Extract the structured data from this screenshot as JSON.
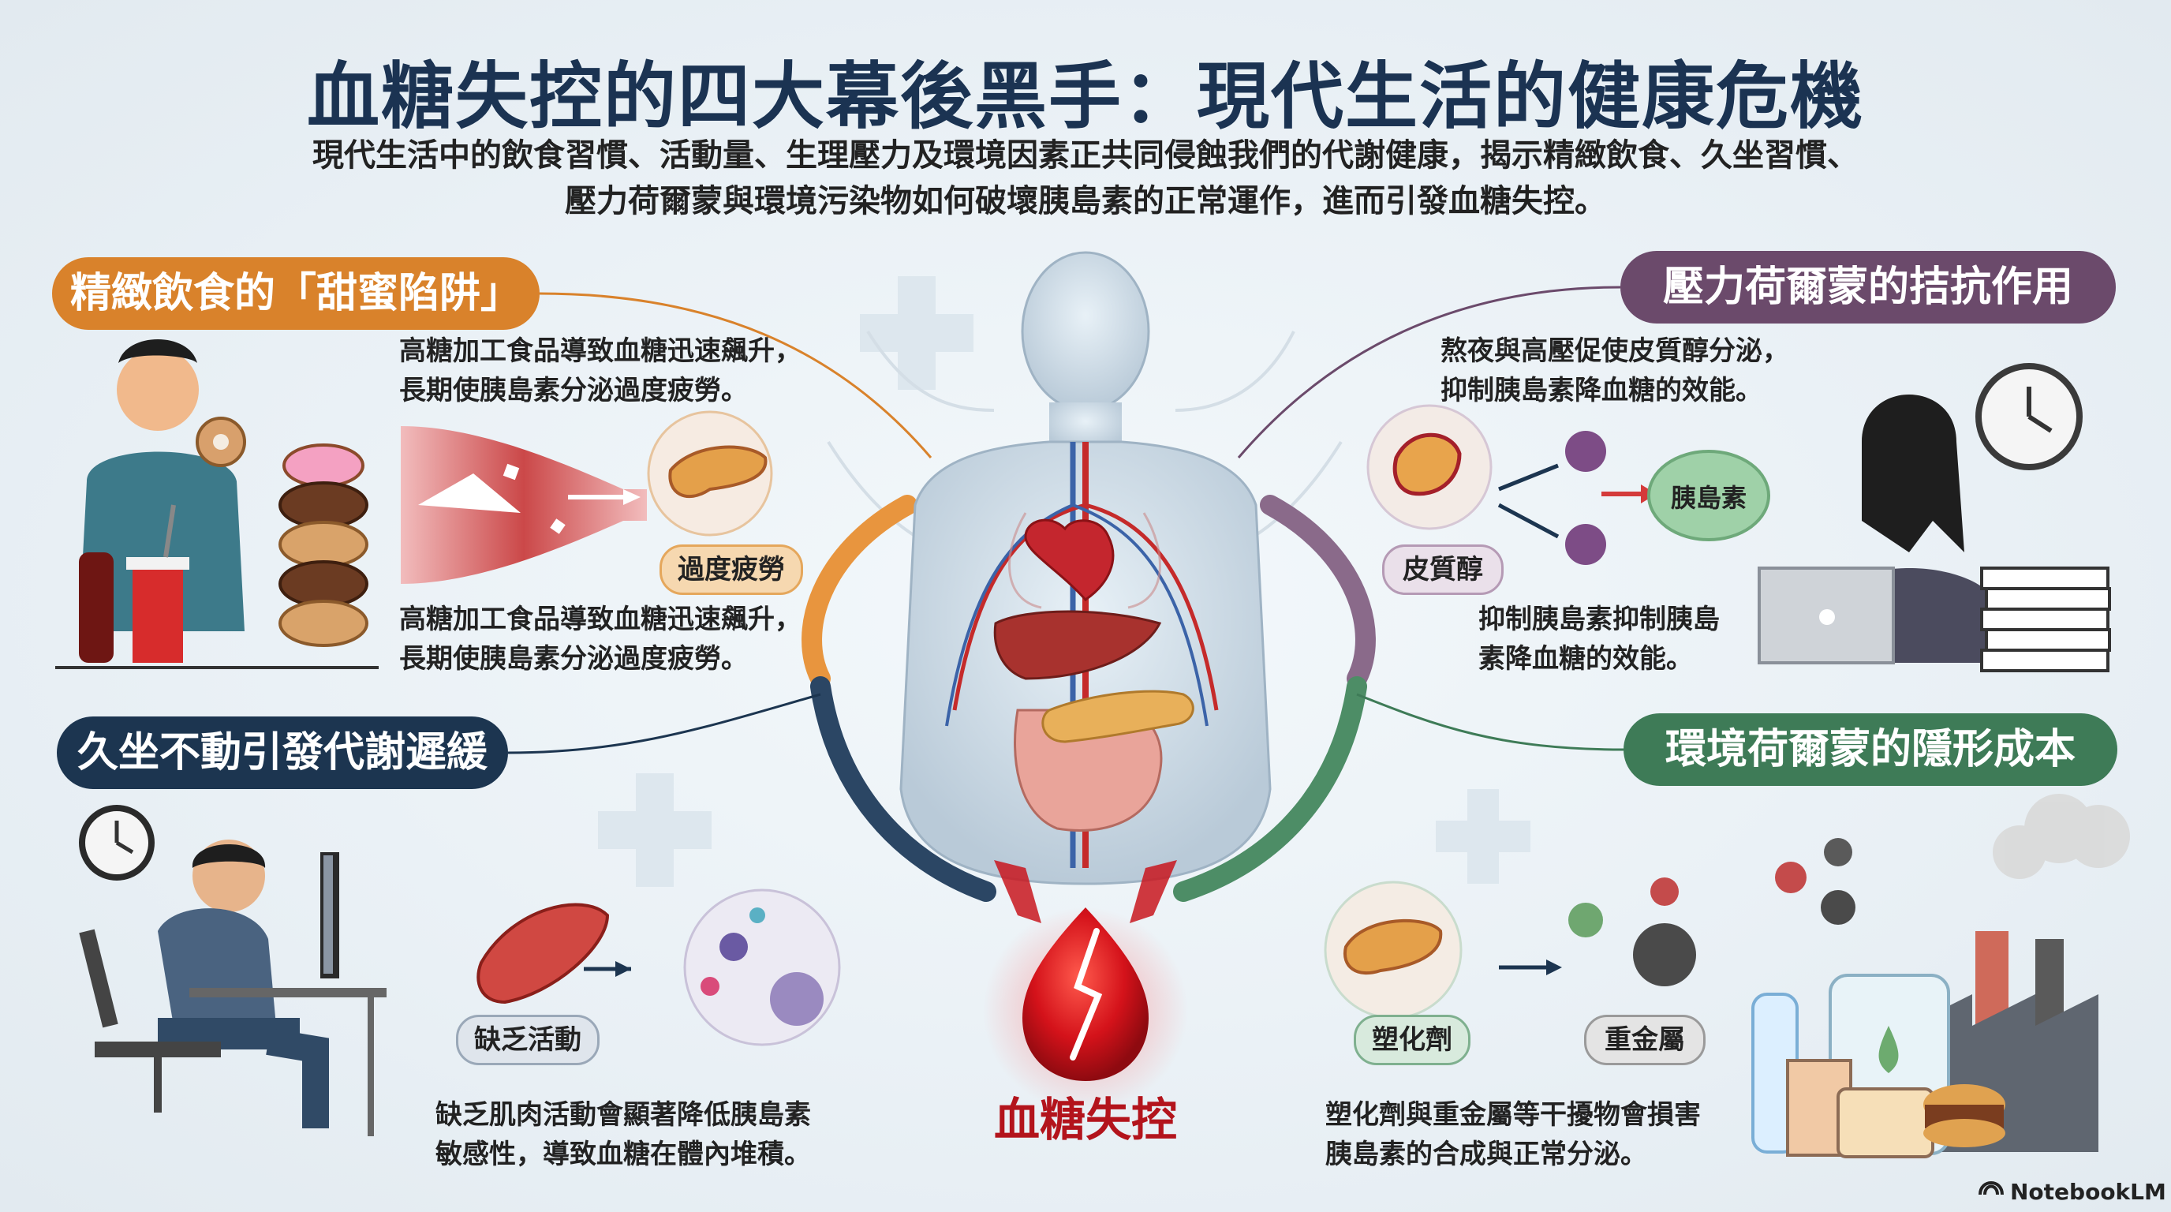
{
  "title": "血糖失控的四大幕後黑手：現代生活的健康危機",
  "subtitle_lines": [
    "現代生活中的飲食習慣、活動量、生理壓力及環境因素正共同侵蝕我們的代謝健康，揭示精緻飲食、久坐習慣、",
    "壓力荷爾蒙與環境污染物如何破壞胰島素的正常運作，進而引發血糖失控。"
  ],
  "core": {
    "label": "血糖失控"
  },
  "diet": {
    "heading": "精緻飲食的「甜蜜陷阱」",
    "desc_top": [
      "高糖加工食品導致血糖迅速飆升，",
      "長期使胰島素分泌過度疲勞。"
    ],
    "tag": "過度疲勞",
    "desc_bottom": [
      "高糖加工食品導致血糖迅速飆升，",
      "長期使胰島素分泌過度疲勞。"
    ]
  },
  "stress": {
    "heading": "壓力荷爾蒙的拮抗作用",
    "desc_top": [
      "熬夜與高壓促使皮質醇分泌，",
      "抑制胰島素降血糖的效能。"
    ],
    "tag_cortisol": "皮質醇",
    "tag_insulin": "胰島素",
    "desc_bottom": [
      "抑制胰島素抑制胰島",
      "素降血糖的效能。"
    ]
  },
  "sitting": {
    "heading": "久坐不動引發代謝遲緩",
    "tag": "缺乏活動",
    "desc": [
      "缺乏肌肉活動會顯著降低胰島素",
      "敏感性，導致血糖在體內堆積。"
    ]
  },
  "environment": {
    "heading": "環境荷爾蒙的隱形成本",
    "tag_plasticizer": "塑化劑",
    "tag_metal": "重金屬",
    "desc": [
      "塑化劑與重金屬等干擾物會損害",
      "胰島素的合成與正常分泌。"
    ]
  },
  "brand": "NotebookLM",
  "colors": {
    "diet": "#d9822b",
    "stress": "#6b4a6b",
    "sitting": "#1c3550",
    "environment": "#3e7b57",
    "core": "#c8161e"
  }
}
